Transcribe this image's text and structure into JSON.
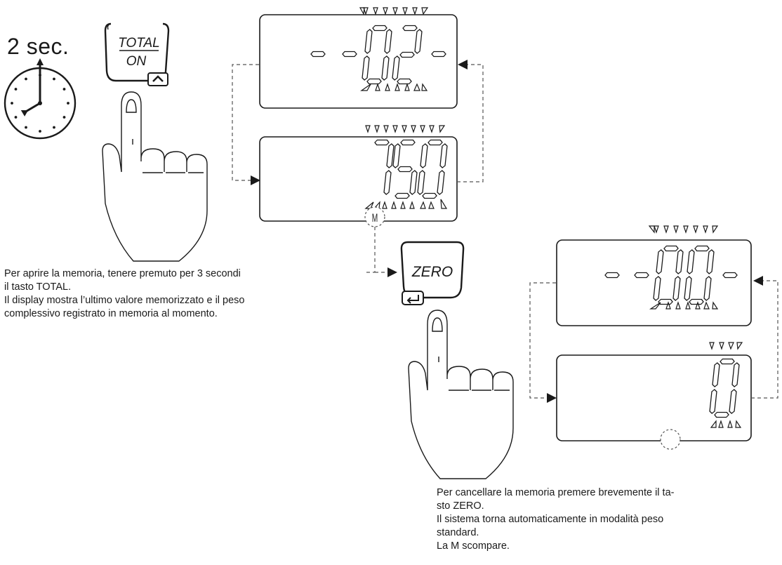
{
  "timer": {
    "label": "2 sec."
  },
  "keys": {
    "total": {
      "top": "TOTAL",
      "bottom": "ON",
      "arrow_icon": "caret-up-icon"
    },
    "zero": {
      "label": "ZERO",
      "enter_icon": "enter-return-icon"
    }
  },
  "displays": {
    "memory_index": {
      "digits": "02"
    },
    "memory_total": {
      "digits": "750",
      "marker": "M"
    },
    "cleared_index": {
      "digits": "00"
    },
    "cleared_weight": {
      "digits": "0"
    }
  },
  "captions": {
    "open_memory": [
      "Per aprire la memoria, tenere premuto per 3 secondi",
      "il tasto TOTAL.",
      "Il display mostra l’ultimo valore memorizzato e il peso",
      "complessivo registrato in memoria al momento."
    ],
    "clear_memory": [
      "Per cancellare la memoria premere brevemente il ta-",
      "sto ZERO.",
      "Il sistema torna automaticamente in modalità peso",
      "standard.",
      "La M scompare."
    ]
  },
  "colors": {
    "line": "#1a1a1a",
    "dash": "#555555",
    "background": "#ffffff"
  }
}
